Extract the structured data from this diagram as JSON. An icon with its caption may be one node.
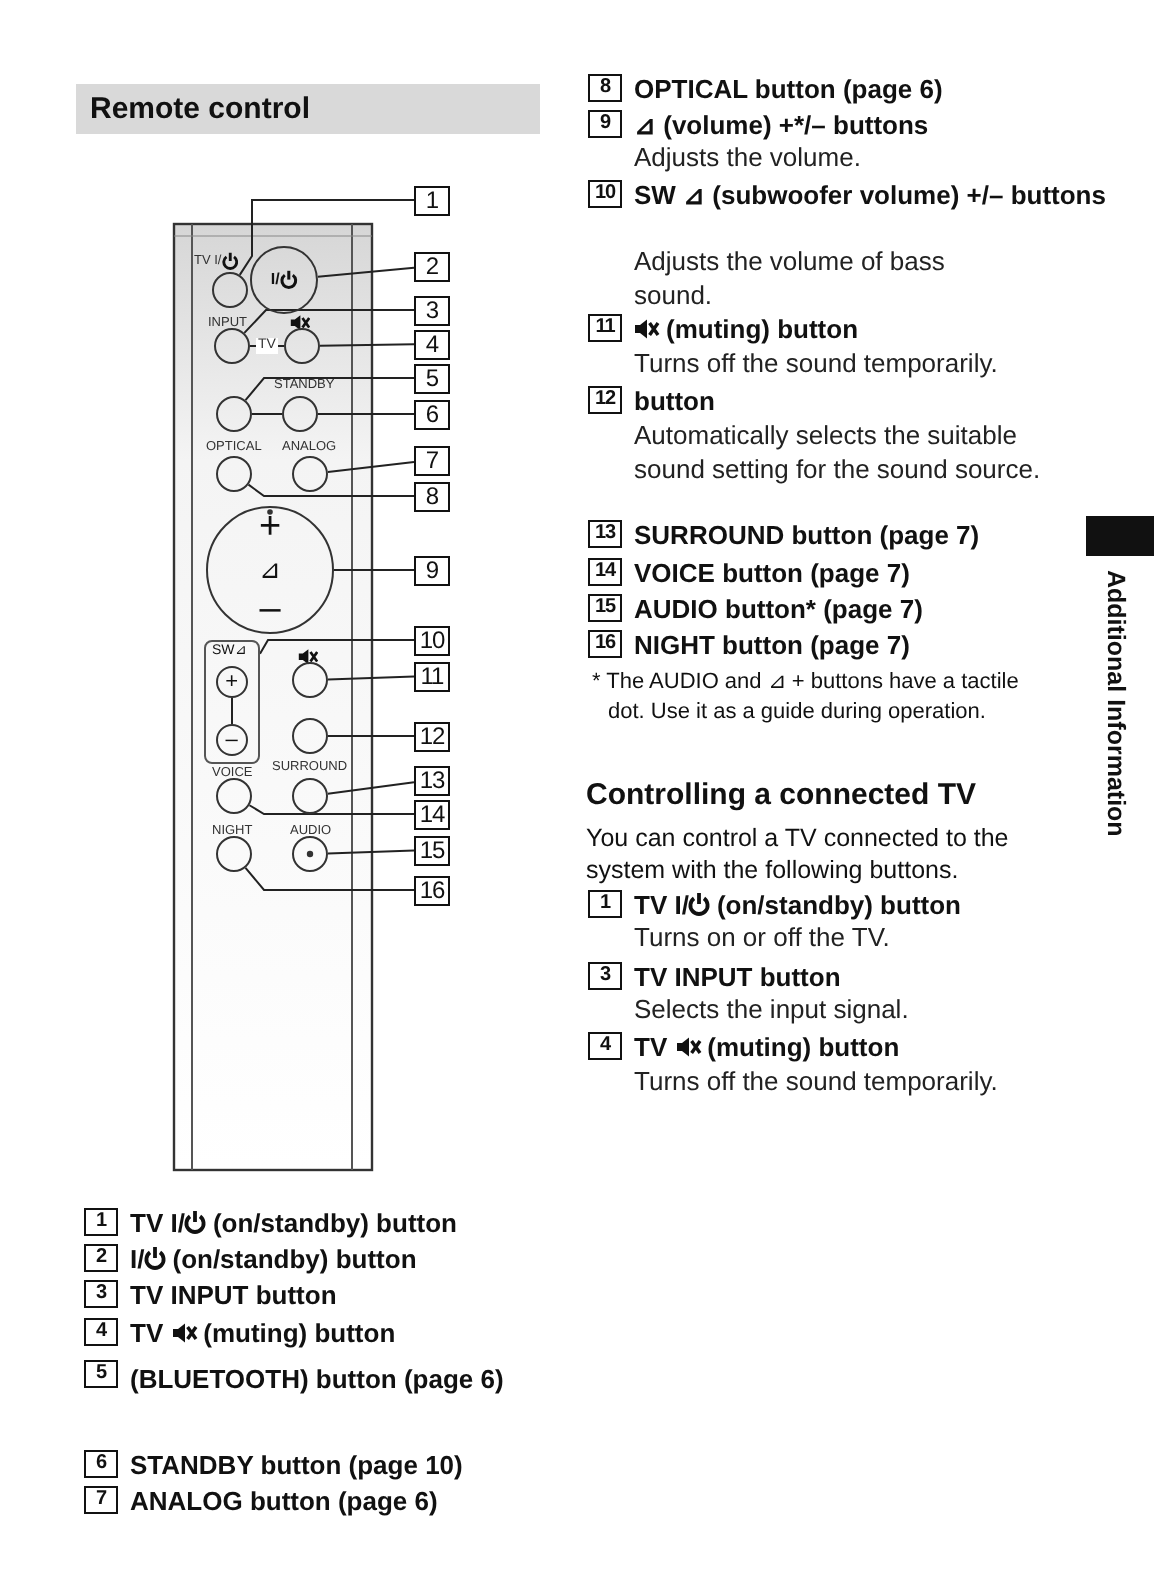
{
  "diagram": {
    "title": "Remote control",
    "nodes": [
      {
        "text": [
          "1"
        ]
      },
      {
        "text": [
          "2"
        ]
      },
      {
        "text": [
          "3"
        ]
      },
      {
        "text": [
          "4"
        ]
      },
      {
        "text": [
          "5"
        ]
      },
      {
        "text": [
          "6"
        ]
      },
      {
        "text": [
          "7"
        ]
      },
      {
        "text": [
          "8"
        ]
      },
      {
        "text": [
          "9"
        ]
      },
      {
        "text": [
          "10"
        ]
      },
      {
        "text": [
          "11"
        ]
      },
      {
        "text": [
          "12"
        ]
      },
      {
        "text": [
          "13"
        ]
      },
      {
        "text": [
          "14"
        ]
      },
      {
        "text": [
          "15"
        ]
      },
      {
        "text": [
          "16"
        ]
      },
      {
        "text": [],
        "shape": "circle",
        "beside": [
          "TV I/"
        ]
      },
      {
        "text": [
          "I/"
        ]
      },
      {
        "text": [],
        "shape": "circle",
        "beside": [
          "INPUT"
        ]
      },
      {
        "text": [],
        "shape": "circle"
      },
      {
        "text": [],
        "shape": "circle"
      },
      {
        "text": [],
        "shape": "circle",
        "beside": [
          "STANDBY"
        ]
      },
      {
        "text": [],
        "shape": "circle",
        "beside": [
          "ANALOG"
        ]
      },
      {
        "text": [],
        "shape": "circle",
        "beside": [
          "OPTICAL"
        ]
      },
      {
        "text": [
          "+",
          "⊿",
          "–"
        ]
      },
      {
        "text": [
          "SW⊿"
        ]
      },
      {
        "text": [
          "+"
        ],
        "in": 25
      },
      {
        "text": [
          "–"
        ],
        "in": 25
      },
      {
        "text": [],
        "shape": "circle"
      },
      {
        "text": [],
        "shape": "circle"
      },
      {
        "text": [],
        "shape": "circle",
        "beside": [
          "SURROUND"
        ]
      },
      {
        "text": [],
        "shape": "circle",
        "beside": [
          "VOICE"
        ]
      },
      {
        "text": [],
        "shape": "circle",
        "beside": [
          "AUDIO"
        ]
      },
      {
        "text": [],
        "shape": "circle",
        "beside": [
          "NIGHT"
        ]
      }
    ],
    "edges": [
      {
        "from": 0,
        "to": 16,
        "arrow": "none"
      },
      {
        "from": 1,
        "to": 17,
        "arrow": "none"
      },
      {
        "from": 2,
        "to": 18,
        "arrow": "none"
      },
      {
        "from": 3,
        "to": 19,
        "arrow": "none"
      },
      {
        "from": 4,
        "to": 20,
        "arrow": "none"
      },
      {
        "from": 5,
        "to": 21,
        "arrow": "none"
      },
      {
        "from": 6,
        "to": 22,
        "arrow": "none"
      },
      {
        "from": 7,
        "to": 23,
        "arrow": "none"
      },
      {
        "from": 8,
        "to": 24,
        "arrow": "none"
      },
      {
        "from": 9,
        "to": 25,
        "arrow": "none"
      },
      {
        "from": 10,
        "to": 28,
        "arrow": "none"
      },
      {
        "from": 11,
        "to": 29,
        "arrow": "none"
      },
      {
        "from": 12,
        "to": 30,
        "arrow": "none"
      },
      {
        "from": 13,
        "to": 31,
        "arrow": "none"
      },
      {
        "from": 14,
        "to": 32,
        "arrow": "none"
      },
      {
        "from": 15,
        "to": 33,
        "arrow": "none"
      },
      {
        "from": 18,
        "to": 19,
        "arrow": "none",
        "label": "TV"
      },
      {
        "from": 20,
        "to": 21,
        "arrow": "none"
      },
      {
        "from": 26,
        "to": 27,
        "arrow": "none"
      }
    ],
    "labels": [
      "8",
      "OPTICAL button (page 6)",
      "9",
      "⊿ (volume) +*/– buttons",
      "Adjusts the volume.",
      "10",
      "SW ⊿ (subwoofer volume) +/– buttons",
      "Adjusts the volume of bass sound.",
      "11",
      "(muting) button",
      "Turns off the sound temporarily.",
      "12",
      "button",
      "Automatically selects the suitable sound setting for the sound source.",
      "13",
      "SURROUND button (page 7)",
      "14",
      "VOICE button (page 7)",
      "15",
      "AUDIO button* (page 7)",
      "16",
      "NIGHT button (page 7)",
      "* The AUDIO and ⊿ + buttons have a tactile dot. Use it as a guide during operation.",
      "Controlling a connected TV",
      "You can control a TV connected to the system with the following buttons.",
      "1",
      "TV I/",
      "(on/standby) button",
      "Turns on or off the TV.",
      "3",
      "TV INPUT button",
      "Selects the input signal.",
      "4",
      "TV",
      "(muting) button",
      "Turns off the sound temporarily.",
      "1",
      "TV I/",
      "(on/standby) button",
      "2",
      "I/",
      "(on/standby) button",
      "3",
      "TV INPUT button",
      "4",
      "TV",
      "(muting) button",
      "5",
      "(BLUETOOTH) button (page 6)",
      "6",
      "STANDBY button (page 10)",
      "7",
      "ANALOG button (page 6)",
      "Additional Information"
    ]
  }
}
